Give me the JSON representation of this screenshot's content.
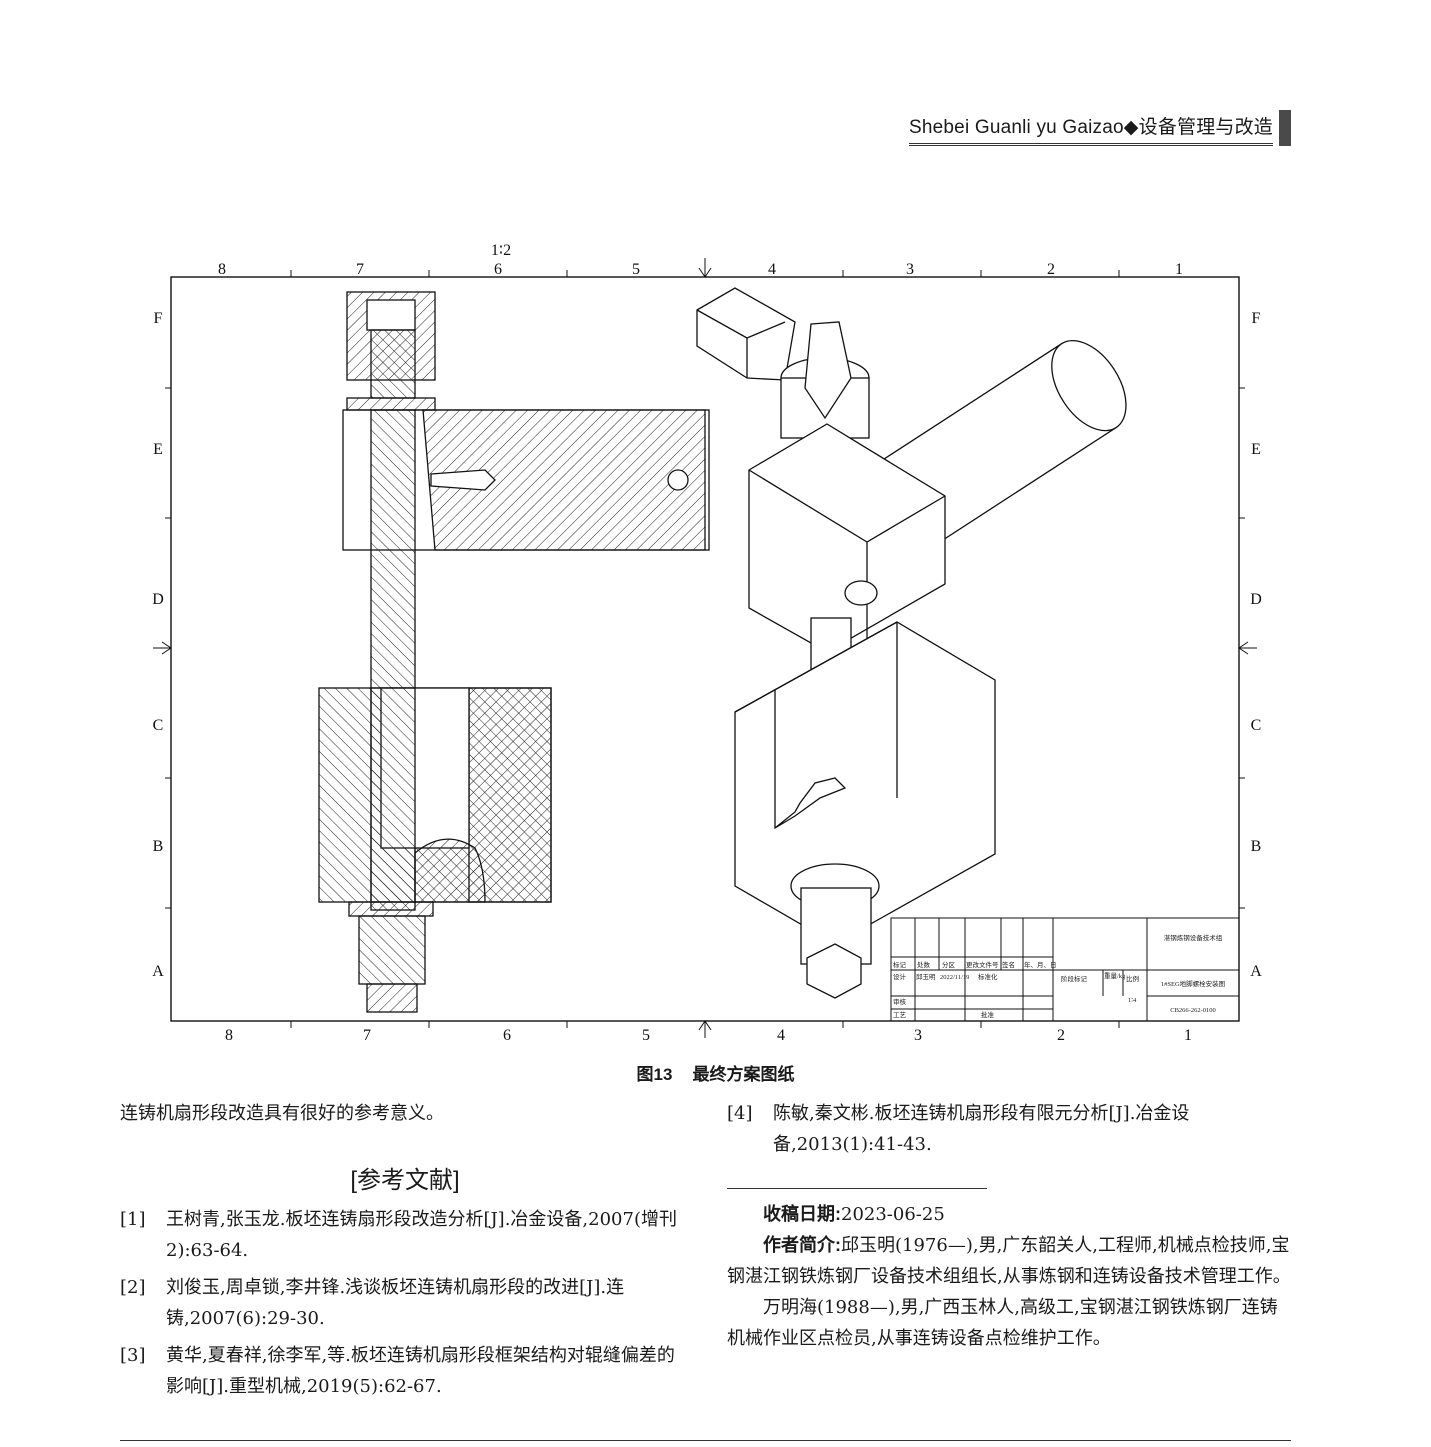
{
  "header": {
    "running_title": "Shebei Guanli yu Gaizao◆设备管理与改造"
  },
  "drawing": {
    "scale": "1∶2",
    "columns": [
      "8",
      "7",
      "6",
      "5",
      "4",
      "3",
      "2",
      "1"
    ],
    "rows": [
      "F",
      "E",
      "D",
      "C",
      "B",
      "A"
    ],
    "title_block": {
      "org": "湛钢炼钢设备技术组",
      "drawing_name": "1#SEG地脚螺栓安装图",
      "drawing_no": "CB266-262-0100",
      "h_mark": "标记",
      "h_count": "处数",
      "h_zone": "分区",
      "h_docno": "更改文件号",
      "h_sign": "签名",
      "h_date": "年、月、日",
      "designer_label": "设计",
      "designer": "邱玉明",
      "design_date": "2022/11/19",
      "std_label": "标准化",
      "check_label": "审核",
      "process_label": "工艺",
      "approve_label": "批准",
      "stage_label": "阶段标记",
      "weight_label": "重量/kg",
      "ratio_label": "比例",
      "ratio": "1∶4"
    }
  },
  "caption": {
    "figure_no": "图13",
    "figure_title": "最终方案图纸"
  },
  "left": {
    "paragraph_end": "连铸机扇形段改造具有很好的参考意义。",
    "refs_title": "[参考文献]",
    "refs": [
      {
        "num": "[1]",
        "text": "王树青,张玉龙.板坯连铸扇形段改造分析[J].冶金设备,2007(增刊2):63-64."
      },
      {
        "num": "[2]",
        "text": "刘俊玉,周卓锁,李井锋.浅谈板坯连铸机扇形段的改进[J].连铸,2007(6):29-30."
      },
      {
        "num": "[3]",
        "text": "黄华,夏春祥,徐李军,等.板坯连铸机扇形段框架结构对辊缝偏差的影响[J].重型机械,2019(5):62-67."
      }
    ]
  },
  "right": {
    "ref4": {
      "num": "[4]",
      "text": "陈敏,秦文彬.板坯连铸机扇形段有限元分析[J].冶金设备,2013(1):41-43."
    },
    "received_label": "收稿日期:",
    "received_date": "2023-06-25",
    "author_label": "作者简介:",
    "author1": "邱玉明(1976—),男,广东韶关人,工程师,机械点检技师,宝钢湛江钢铁炼钢厂设备技术组组长,从事炼钢和连铸设备技术管理工作。",
    "author2": "万明海(1988—),男,广西玉林人,高级工,宝钢湛江钢铁炼钢厂连铸机械作业区点检员,从事连铸设备点检维护工作。"
  }
}
